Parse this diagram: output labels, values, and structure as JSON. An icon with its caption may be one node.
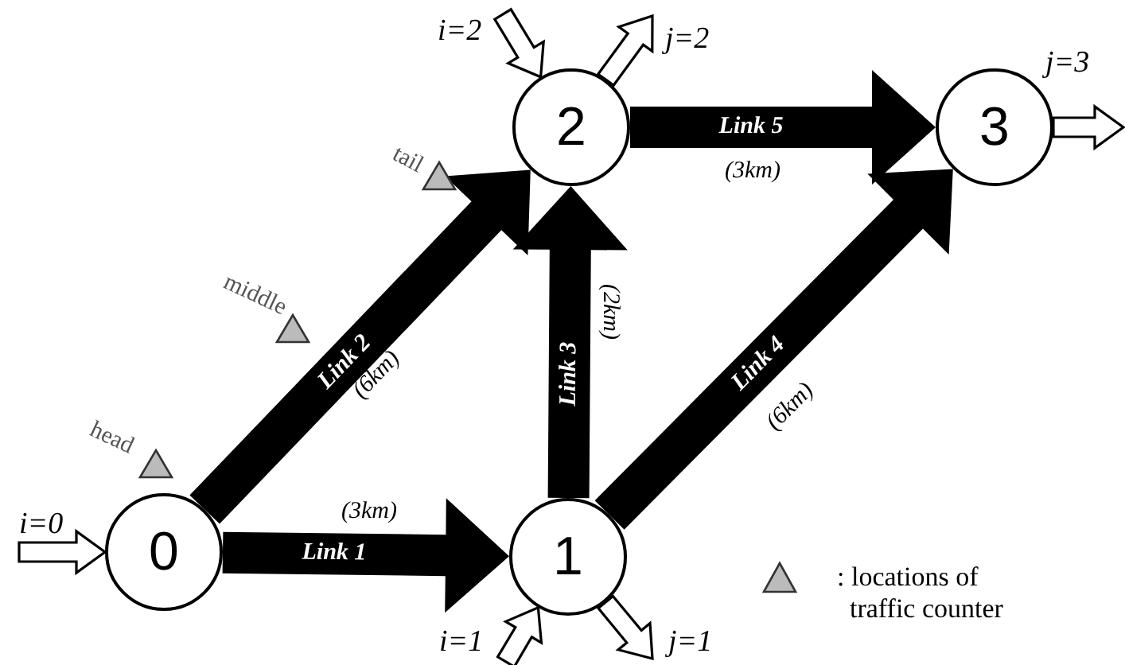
{
  "diagram": {
    "nodes": [
      {
        "text": [
          "0"
        ]
      },
      {
        "text": [
          "1"
        ]
      },
      {
        "text": [
          "2"
        ]
      },
      {
        "text": [
          "3"
        ]
      }
    ],
    "edges": [
      {
        "from": 0,
        "to": 1,
        "arrow": "to",
        "label": "Link 1",
        "style": "thick"
      },
      {
        "from": 0,
        "to": 2,
        "arrow": "to",
        "label": "Link 2",
        "style": "thick"
      },
      {
        "from": 1,
        "to": 2,
        "arrow": "to",
        "label": "Link 3",
        "style": "thick"
      },
      {
        "from": 1,
        "to": 3,
        "arrow": "to",
        "label": "Link 4",
        "style": "thick"
      },
      {
        "from": 2,
        "to": 3,
        "arrow": "to",
        "label": "Link 5",
        "style": "thick"
      },
      {
        "from": null,
        "to": 0,
        "arrow": "to",
        "label": "i=0"
      },
      {
        "from": null,
        "to": 1,
        "arrow": "to",
        "label": "i=1"
      },
      {
        "from": 1,
        "to": null,
        "arrow": "to",
        "label": "j=1"
      },
      {
        "from": null,
        "to": 2,
        "arrow": "to",
        "label": "i=2"
      },
      {
        "from": 2,
        "to": null,
        "arrow": "to",
        "label": "j=2"
      },
      {
        "from": 3,
        "to": null,
        "arrow": "to",
        "label": "j=3"
      }
    ],
    "labels": [
      "tail",
      "(3km)",
      "middle",
      "(6km)",
      "(2km)",
      "(6km)",
      "head",
      "(3km)"
    ],
    "legend": [
      {
        "text": ": locations of traffic counter"
      }
    ]
  }
}
